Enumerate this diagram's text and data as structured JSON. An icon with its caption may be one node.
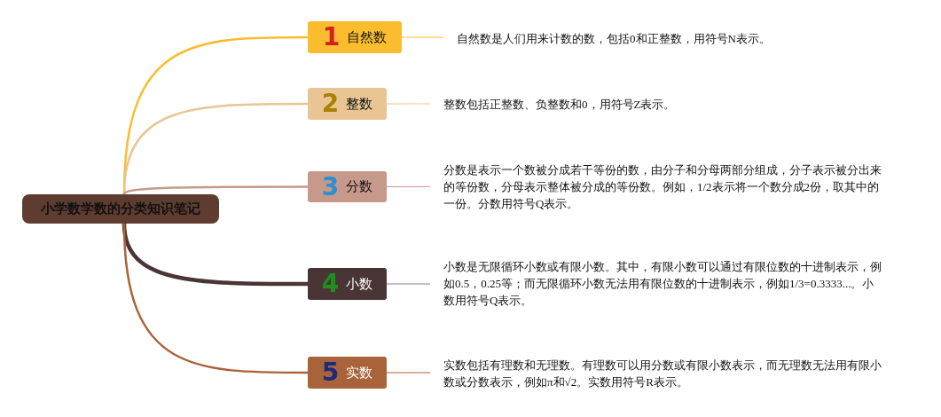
{
  "diagram": {
    "nodes": [
      {
        "text": [
          "小学数学数的分类知识笔记"
        ]
      },
      {
        "text": [
          "1",
          "自然数"
        ]
      },
      {
        "text": [
          "2",
          "整数"
        ]
      },
      {
        "text": [
          "3",
          "分数"
        ]
      },
      {
        "text": [
          "4",
          "小数"
        ]
      },
      {
        "text": [
          "5",
          "实数"
        ]
      },
      {
        "text": [
          "自然数是人们用来计数的数，包括0和正整数，用符号N表示。"
        ]
      },
      {
        "text": [
          "整数包括正整数、负整数和0，用符号Z表示。"
        ]
      },
      {
        "text": [
          "分数是表示一个数被分成若干等份的数，由分子和分母两部分组成，分子表示被分出来的等份数，分母表示整体被分成的等份数。例如，1/2表示将一个数分成2份，取其中的一份。分数用符号Q表示。"
        ]
      },
      {
        "text": [
          "小数是无限循环小数或有限小数。其中，有限小数可以通过有限位数的十进制表示，例如0.5，0.25等；而无限循环小数无法用有限位数的十进制表示，例如1/3=0.3333...。小数用符号Q表示。"
        ]
      },
      {
        "text": [
          "实数包括有理数和无理数。有理数可以用分数或有限小数表示，而无理数无法用有限小数或分数表示，例如π和√2。实数用符号R表示。"
        ]
      }
    ],
    "edges": [
      {
        "from": 0,
        "to": 1,
        "arrow": "none",
        "color": "#fbbd2e"
      },
      {
        "from": 0,
        "to": 2,
        "arrow": "none",
        "color": "#e8c592"
      },
      {
        "from": 0,
        "to": 3,
        "arrow": "none",
        "color": "#c6998a"
      },
      {
        "from": 0,
        "to": 4,
        "arrow": "none",
        "style": "thick",
        "color": "#4a3536"
      },
      {
        "from": 0,
        "to": 5,
        "arrow": "none",
        "color": "#a9633a"
      },
      {
        "from": 1,
        "to": 6,
        "arrow": "none",
        "color": "#fbbd2e"
      },
      {
        "from": 2,
        "to": 7,
        "arrow": "none",
        "color": "#e8c592"
      },
      {
        "from": 3,
        "to": 8,
        "arrow": "none",
        "color": "#c6998a"
      },
      {
        "from": 4,
        "to": 9,
        "arrow": "none",
        "color": "#8a8080"
      },
      {
        "from": 5,
        "to": 10,
        "arrow": "none",
        "color": "#a9633a"
      }
    ]
  }
}
